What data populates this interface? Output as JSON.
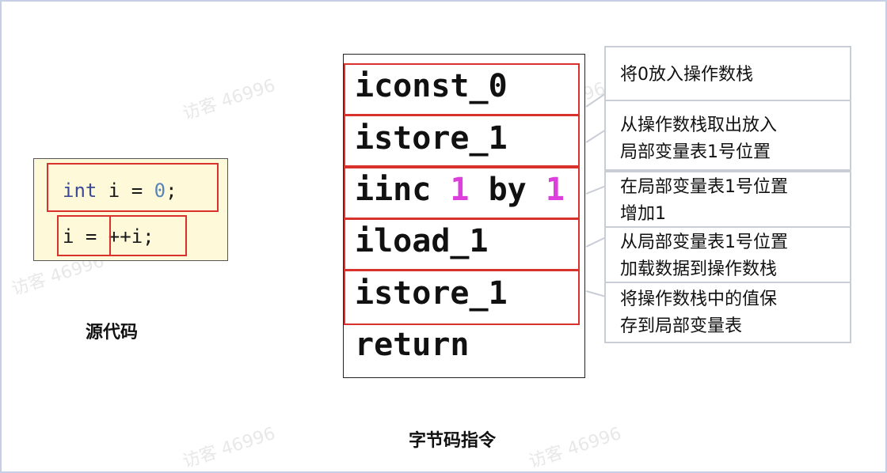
{
  "source_code": {
    "line1": {
      "kw": "int",
      "rest": " i = ",
      "num": "0",
      "end": ";"
    },
    "line2": {
      "a": "i = ",
      "b": "++i;"
    },
    "caption": "源代码"
  },
  "bytecode": {
    "instructions": [
      {
        "text": "iconst_0"
      },
      {
        "text": "istore_1"
      },
      {
        "text": "iinc ",
        "n1": "1",
        "mid": " by ",
        "n2": "1"
      },
      {
        "text": "iload_1"
      },
      {
        "text": "istore_1"
      },
      {
        "text": "return"
      }
    ],
    "caption": "字节码指令"
  },
  "notes": [
    {
      "lines": [
        "将0放入操作数栈"
      ]
    },
    {
      "lines": [
        "从操作数栈取出放入",
        "局部变量表1号位置"
      ]
    },
    {
      "lines": [
        "在局部变量表1号位置",
        "增加1"
      ]
    },
    {
      "lines": [
        "从局部变量表1号位置",
        "加载数据到操作数栈"
      ]
    },
    {
      "lines": [
        "将操作数栈中的值保",
        "存到局部变量表"
      ]
    }
  ],
  "watermark": "访客 46996",
  "colors": {
    "highlight": "#d9322c",
    "number_magenta": "#dc3fdc",
    "code_bg": "#fdf9d9"
  }
}
